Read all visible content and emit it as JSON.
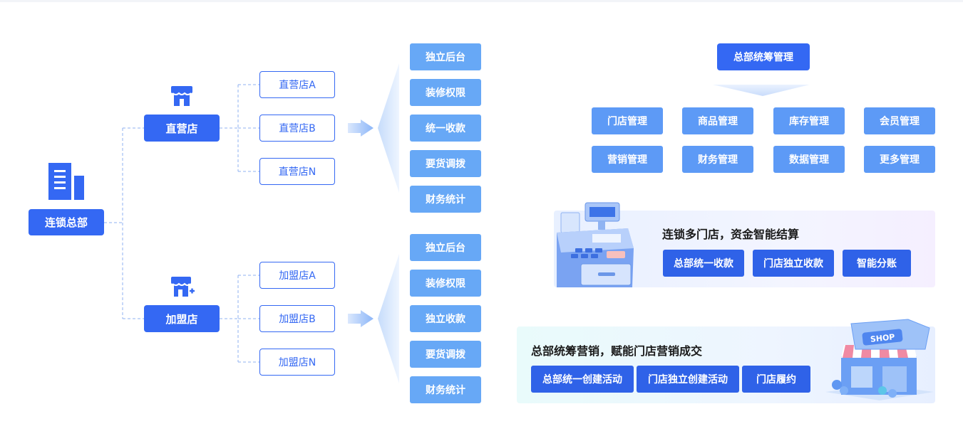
{
  "hq": {
    "label": "连锁总部"
  },
  "branches": [
    {
      "label": "直营店",
      "stores": [
        "直营店A",
        "直营店B",
        "直营店N"
      ],
      "features": [
        "独立后台",
        "装修权限",
        "统一收款",
        "要货调拨",
        "财务统计"
      ]
    },
    {
      "label": "加盟店",
      "stores": [
        "加盟店A",
        "加盟店B",
        "加盟店N"
      ],
      "features": [
        "独立后台",
        "装修权限",
        "独立收款",
        "要货调拨",
        "财务统计"
      ]
    }
  ],
  "management": {
    "title": "总部统筹管理",
    "items": [
      "门店管理",
      "商品管理",
      "库存管理",
      "会员管理",
      "营销管理",
      "财务管理",
      "数据管理",
      "更多管理"
    ]
  },
  "settlement": {
    "title": "连锁多门店，资金智能结算",
    "items": [
      "总部统一收款",
      "门店独立收款",
      "智能分账"
    ]
  },
  "marketing": {
    "title": "总部统筹营销，赋能门店营销成交",
    "items": [
      "总部统一创建活动",
      "门店独立创建活动",
      "门店履约"
    ],
    "shop_sign": "SHOP"
  },
  "colors": {
    "primary": "#3468f3",
    "light": "#67a8f6",
    "dark": "#2f62e8"
  }
}
